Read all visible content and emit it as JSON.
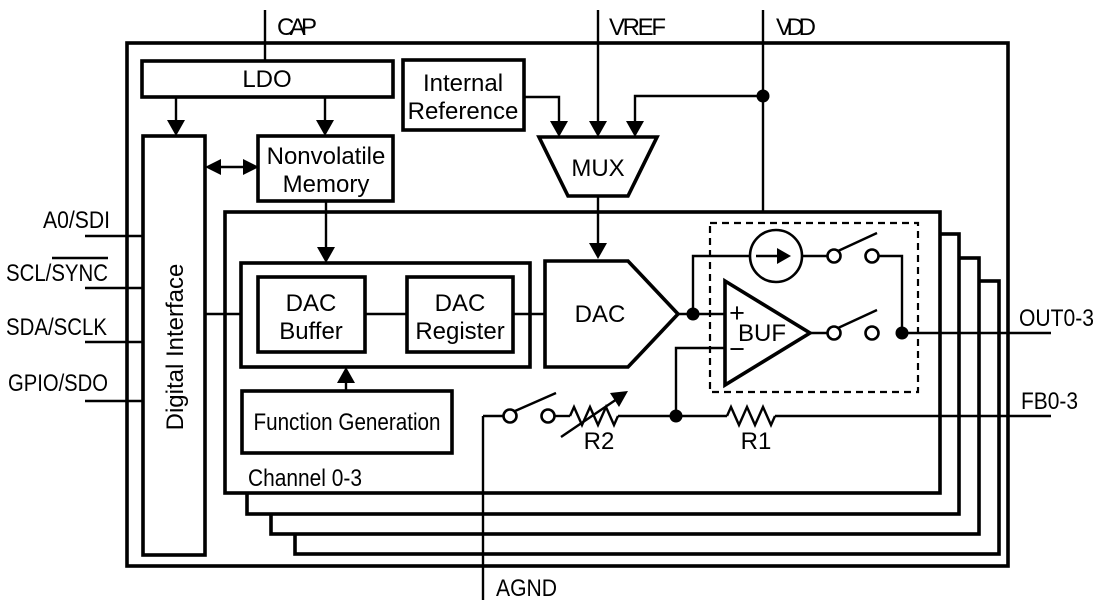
{
  "colors": {
    "ink": "#000000",
    "paper": "#ffffff"
  },
  "pins": {
    "cap": "CAP",
    "vref": "VREF",
    "vdd": "VDD",
    "a0_sdi": "A0/SDI",
    "scl_sync": "SCL/SYNC",
    "sda_sclk": "SDA/SCLK",
    "gpio_sdo": "GPIO/SDO",
    "out": "OUT0-3",
    "fb": "FB0-3",
    "agnd": "AGND"
  },
  "blocks": {
    "ldo": "LDO",
    "internal_reference_1": "Internal",
    "internal_reference_2": "Reference",
    "nonvolatile_memory_1": "Nonvolatile",
    "nonvolatile_memory_2": "Memory",
    "digital_interface": "Digital Interface",
    "mux": "MUX",
    "dac_buffer_1": "DAC",
    "dac_buffer_2": "Buffer",
    "dac_register_1": "DAC",
    "dac_register_2": "Register",
    "dac": "DAC",
    "function_generation": "Function Generation",
    "output_buffer": "BUF",
    "channel_group": "Channel 0-3"
  },
  "components": {
    "r1": "R1",
    "r2": "R2",
    "buf_plus": "+",
    "buf_minus": "−"
  }
}
